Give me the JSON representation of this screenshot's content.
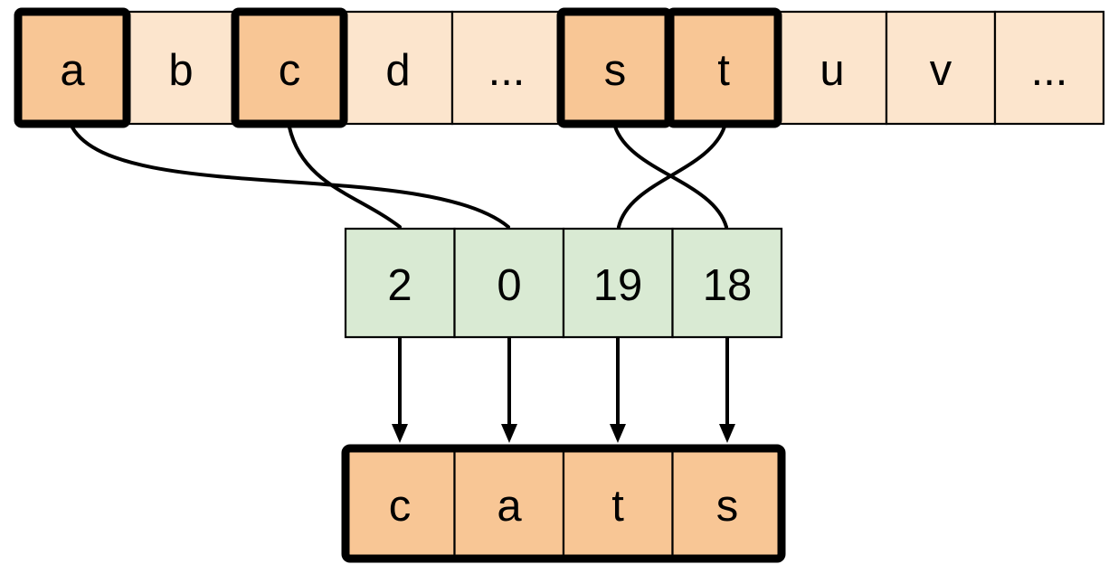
{
  "colors": {
    "cell_plain": "#fce5cd",
    "cell_highlight": "#f8c695",
    "cell_index": "#d9ead3",
    "line": "#000000",
    "background": "#ffffff"
  },
  "alphabet_row": {
    "cells": [
      {
        "label": "a",
        "highlighted": true
      },
      {
        "label": "b",
        "highlighted": false
      },
      {
        "label": "c",
        "highlighted": true
      },
      {
        "label": "d",
        "highlighted": false
      },
      {
        "label": "...",
        "highlighted": false
      },
      {
        "label": "s",
        "highlighted": true
      },
      {
        "label": "t",
        "highlighted": true
      },
      {
        "label": "u",
        "highlighted": false
      },
      {
        "label": "v",
        "highlighted": false
      },
      {
        "label": "...",
        "highlighted": false
      }
    ]
  },
  "index_row": {
    "cells": [
      {
        "label": "2"
      },
      {
        "label": "0"
      },
      {
        "label": "19"
      },
      {
        "label": "18"
      }
    ]
  },
  "output_row": {
    "cells": [
      {
        "label": "c"
      },
      {
        "label": "a"
      },
      {
        "label": "t"
      },
      {
        "label": "s"
      }
    ]
  },
  "connections": [
    {
      "from_letter": "a",
      "to_index_cell": "0"
    },
    {
      "from_letter": "c",
      "to_index_cell": "2"
    },
    {
      "from_letter": "s",
      "to_index_cell": "18"
    },
    {
      "from_letter": "t",
      "to_index_cell": "19"
    }
  ],
  "arrows": [
    {
      "from_index_cell": "2",
      "to_output_cell": "c"
    },
    {
      "from_index_cell": "0",
      "to_output_cell": "a"
    },
    {
      "from_index_cell": "19",
      "to_output_cell": "t"
    },
    {
      "from_index_cell": "18",
      "to_output_cell": "s"
    }
  ]
}
